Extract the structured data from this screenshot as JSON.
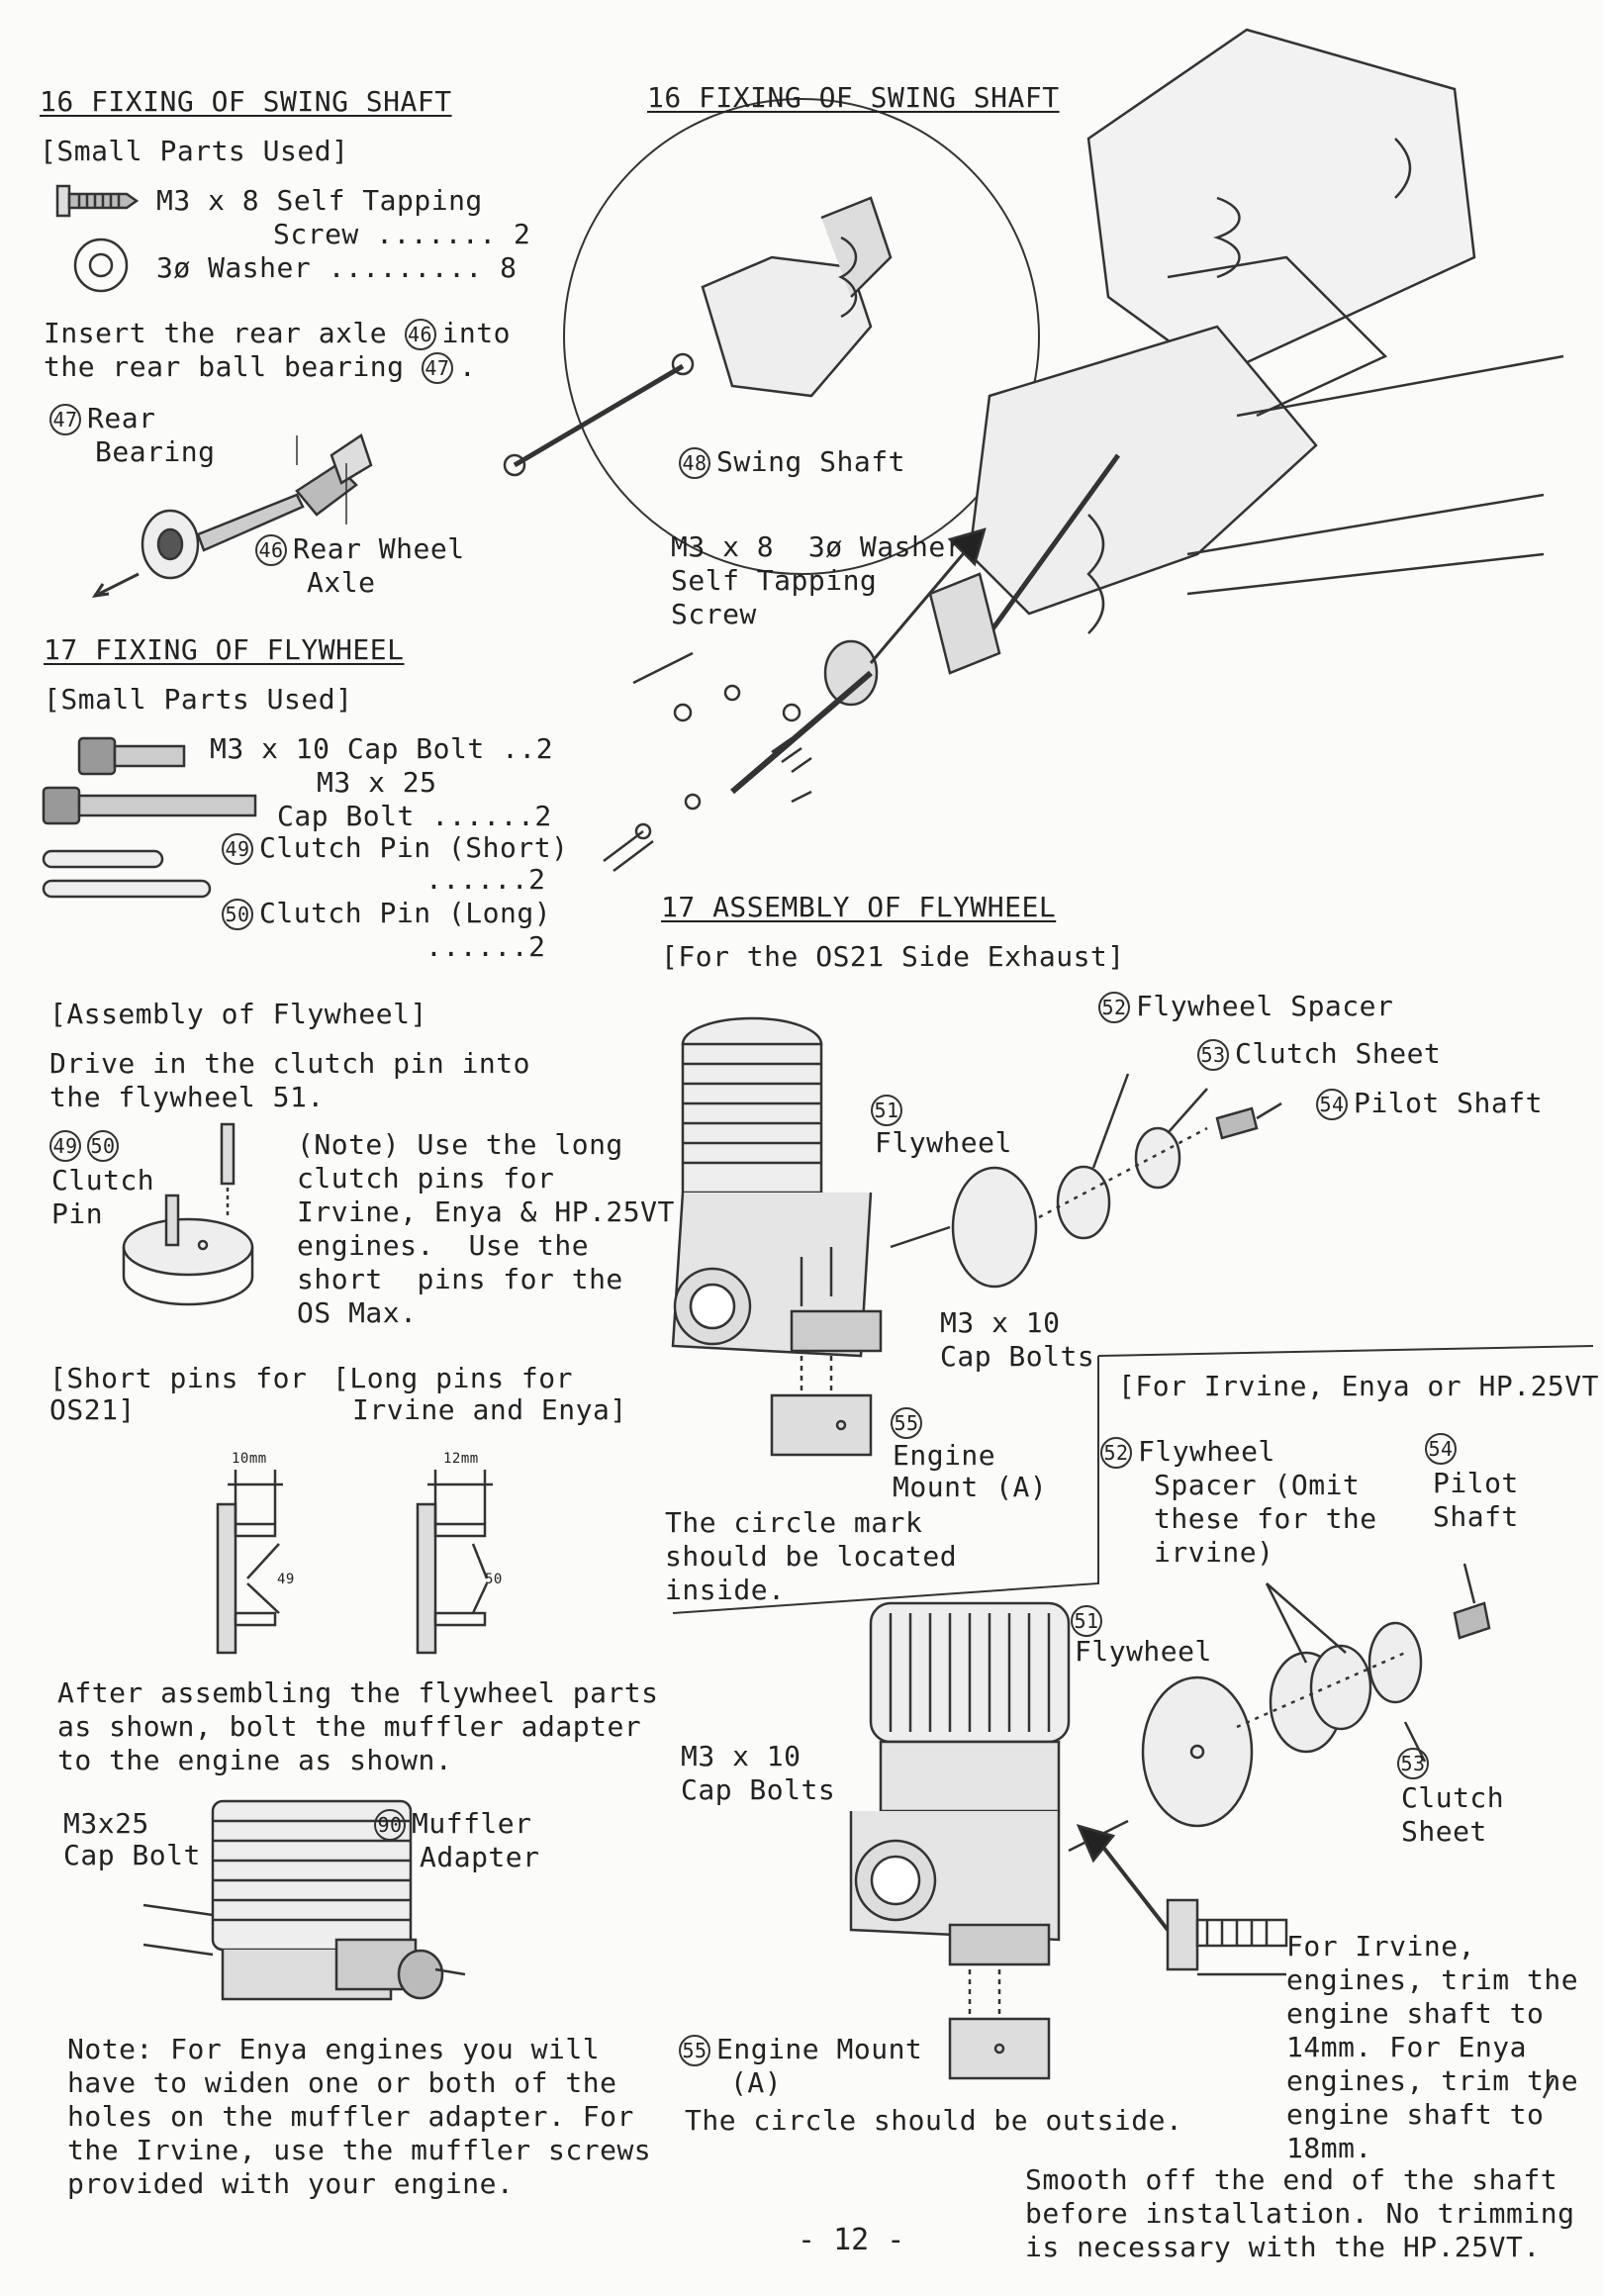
{
  "left": {
    "sec16_title": "16 FIXING OF SWING SHAFT",
    "sec16_parts_header": "[Small Parts Used]",
    "sec16_part1_line1": "M3 x 8 Self Tapping",
    "sec16_part1_line2": "Screw ....... 2",
    "sec16_part2": "3ø Washer ......... 8",
    "sec16_instr_line1": "Insert the rear axle",
    "sec16_instr_num1": "46",
    "sec16_instr_line1_end": "into",
    "sec16_instr_line2": "the rear ball bearing",
    "sec16_instr_num2": "47",
    "sec16_instr_line2_end": ".",
    "rear_bearing_num": "47",
    "rear_bearing_label1": "Rear",
    "rear_bearing_label2": "Bearing",
    "rear_axle_num": "46",
    "rear_axle_label1": "Rear Wheel",
    "rear_axle_label2": "Axle",
    "sec17_title": "17 FIXING OF FLYWHEEL",
    "sec17_parts_header": "[Small Parts Used]",
    "sec17_part1": "M3 x 10 Cap Bolt ..2",
    "sec17_part2_line1": "M3 x 25",
    "sec17_part2_line2": "Cap Bolt ......2",
    "sec17_part3_num": "49",
    "sec17_part3_line1": "Clutch Pin (Short)",
    "sec17_part3_line2": "......2",
    "sec17_part4_num": "50",
    "sec17_part4_line1": "Clutch Pin (Long)",
    "sec17_part4_line2": "......2",
    "assembly_header": "[Assembly of Flywheel]",
    "assembly_line1": "Drive in the clutch pin into",
    "assembly_line2": "the flywheel 51.",
    "pin_num1": "49",
    "pin_num2": "50",
    "pin_label1": "Clutch",
    "pin_label2": "Pin",
    "note_line1": "(Note) Use the long",
    "note_line2": "clutch pins for",
    "note_line3": "Irvine, Enya & HP.25VT",
    "note_line4": "engines.  Use the",
    "note_line5": "short  pins for the",
    "note_line6": "OS Max.",
    "short_pins_line1": "[Short pins for",
    "short_pins_line2": "OS21]",
    "long_pins_line1": "[Long pins for",
    "long_pins_line2": "Irvine and Enya]",
    "dim_short": "10mm",
    "dim_long": "12mm",
    "dim_short_num": "49",
    "dim_long_num": "50",
    "after_line1": "After assembling the flywheel parts",
    "after_line2": "as shown, bolt the muffler adapter",
    "after_line3": "to the engine as shown.",
    "cap_bolt_line1": "M3x25",
    "cap_bolt_line2": "Cap Bolt",
    "muffler_num": "90",
    "muffler_line1": "Muffler",
    "muffler_line2": "Adapter",
    "enya_note_line1": "Note: For Enya engines you will",
    "enya_note_line2": "have to widen one or both of the",
    "enya_note_line3": "holes on the muffler adapter. For",
    "enya_note_line4": "the Irvine, use the muffler screws",
    "enya_note_line5": "provided with your engine."
  },
  "right": {
    "sec16_title": "16 FIXING OF SWING SHAFT",
    "swing_shaft_num": "48",
    "swing_shaft_label": "Swing Shaft",
    "screw_line1": "M3 x 8  3ø Washer",
    "screw_line2": "Self Tapping",
    "screw_line3": "Screw",
    "sec17_title": "17 ASSEMBLY OF FLYWHEEL",
    "sec17_sub": "[For the OS21 Side Exhaust]",
    "spacer_num": "52",
    "spacer_label": "Flywheel Spacer",
    "clutch_sheet_num": "53",
    "clutch_sheet_label": "Clutch Sheet",
    "pilot_num": "54",
    "pilot_label": "Pilot Shaft",
    "flywheel_num": "51",
    "flywheel_label": "Flywheel",
    "cap_bolts_line1": "M3 x 10",
    "cap_bolts_line2": "Cap Bolts",
    "mount_num": "55",
    "mount_line1": "Engine",
    "mount_line2": "Mount (A)",
    "circle_line1": "The circle mark",
    "circle_line2": "should be located",
    "circle_line3": "inside.",
    "irvine_header": "[For Irvine, Enya or HP.25VT]",
    "irvine_spacer_num": "52",
    "irvine_spacer_line1": "Flywheel",
    "irvine_spacer_line2": "Spacer (Omit",
    "irvine_spacer_line3": "these for the",
    "irvine_spacer_line4": "irvine)",
    "irvine_pilot_num": "54",
    "irvine_pilot_line1": "Pilot",
    "irvine_pilot_line2": "Shaft",
    "irvine_flywheel_num": "51",
    "irvine_flywheel_label": "Flywheel",
    "irvine_cap_line1": "M3 x 10",
    "irvine_cap_line2": "Cap Bolts",
    "irvine_clutch_num": "53",
    "irvine_clutch_line1": "Clutch",
    "irvine_clutch_line2": "Sheet",
    "trim_line1": "For Irvine,",
    "trim_line2": "engines, trim the",
    "trim_line3": "engine shaft to",
    "trim_line4": "14mm. For Enya",
    "trim_line5": "engines, trim the",
    "trim_line6": "engine shaft to",
    "trim_line7": "18mm.",
    "mount2_num": "55",
    "mount2_line1": "Engine Mount",
    "mount2_line2": "(A)",
    "outside_line": "The circle should be outside.",
    "smooth_line1": "Smooth off the end of the shaft",
    "smooth_line2": "before installation. No trimming",
    "smooth_line3": "is necessary with the HP.25VT."
  },
  "page_number": "- 12 -"
}
